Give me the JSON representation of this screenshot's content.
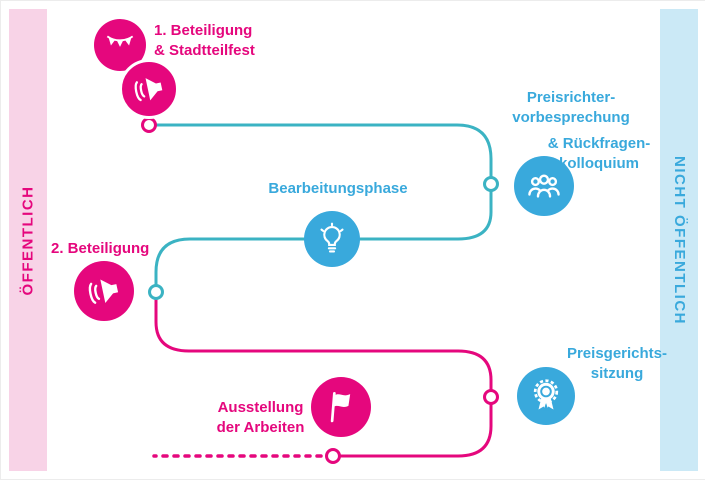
{
  "bands": {
    "left": {
      "label": "ÖFFENTLICH",
      "text_color": "#e5077d",
      "bg_color": "#f8d3e7"
    },
    "right": {
      "label": "NICHT ÖFFENTLICH",
      "text_color": "#39a9dc",
      "bg_color": "#cbe9f6"
    }
  },
  "colors": {
    "pink": "#e5077d",
    "blue": "#39a9dc",
    "line_teal": "#3bb3c3",
    "band_pink": "#f8d3e7",
    "band_blue": "#cbe9f6",
    "background": "#ffffff"
  },
  "steps": {
    "beteiligung1": {
      "line1": "1. Beteiligung",
      "line2": "& Stadtteilfest",
      "icons": [
        "bunting-icon",
        "megaphone-icon"
      ]
    },
    "preisrichter": {
      "line1": "Preisrichter-",
      "line2": "vorbesprechung",
      "line3": "& Rückfragen-",
      "line4": "kolloquium",
      "icon": "people-icon"
    },
    "bearbeitung": {
      "label": "Bearbeitungsphase",
      "icon": "lightbulb-icon"
    },
    "beteiligung2": {
      "label": "2. Beteiligung",
      "icon": "megaphone-icon"
    },
    "preisgericht": {
      "line1": "Preisgerichts-",
      "line2": "sitzung",
      "icon": "award-icon"
    },
    "ausstellung": {
      "line1": "Ausstellung",
      "line2": "der Arbeiten",
      "icon": "flag-icon"
    }
  }
}
